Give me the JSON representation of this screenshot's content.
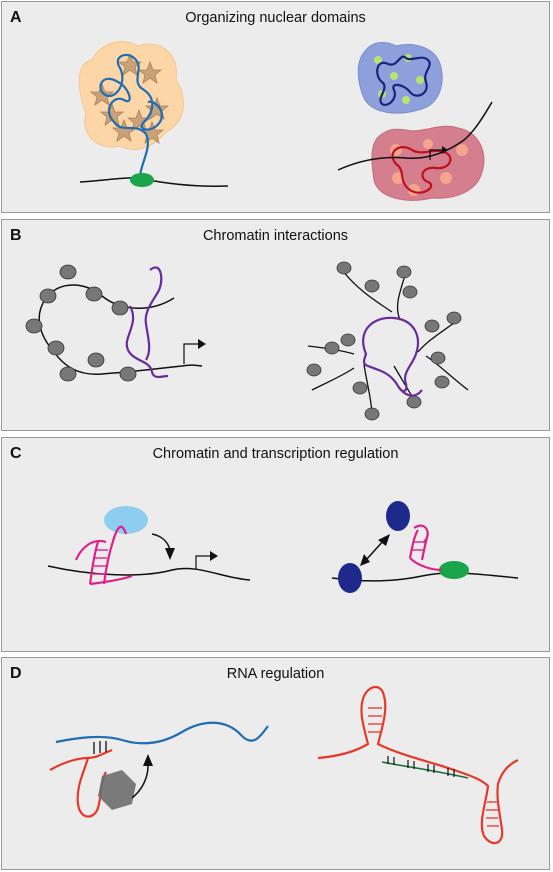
{
  "panels": [
    {
      "letter": "A",
      "title": "Organizing nuclear domains"
    },
    {
      "letter": "B",
      "title": "Chromatin interactions"
    },
    {
      "letter": "C",
      "title": "Chromatin and transcription regulation"
    },
    {
      "letter": "D",
      "title": "RNA regulation"
    }
  ],
  "colors": {
    "panel_bg": "#ececec",
    "rna_blue": "#1f6db3",
    "rna_purple": "#6a2a9c",
    "rna_pink": "#e0208a",
    "rna_red": "#e8382a",
    "rna_darkred": "#c0101e",
    "navy_rna": "#1a237e",
    "nucleosome": "#777777",
    "green_protein": "#1aa54a",
    "lightblue_protein": "#8ecdf0",
    "navy_protein": "#1d2a8c",
    "star_tan": "#c9a27a",
    "domain_orange": "#fdd6a8",
    "domain_blue": "#8ea0dc",
    "domain_red": "#d57f8e"
  }
}
